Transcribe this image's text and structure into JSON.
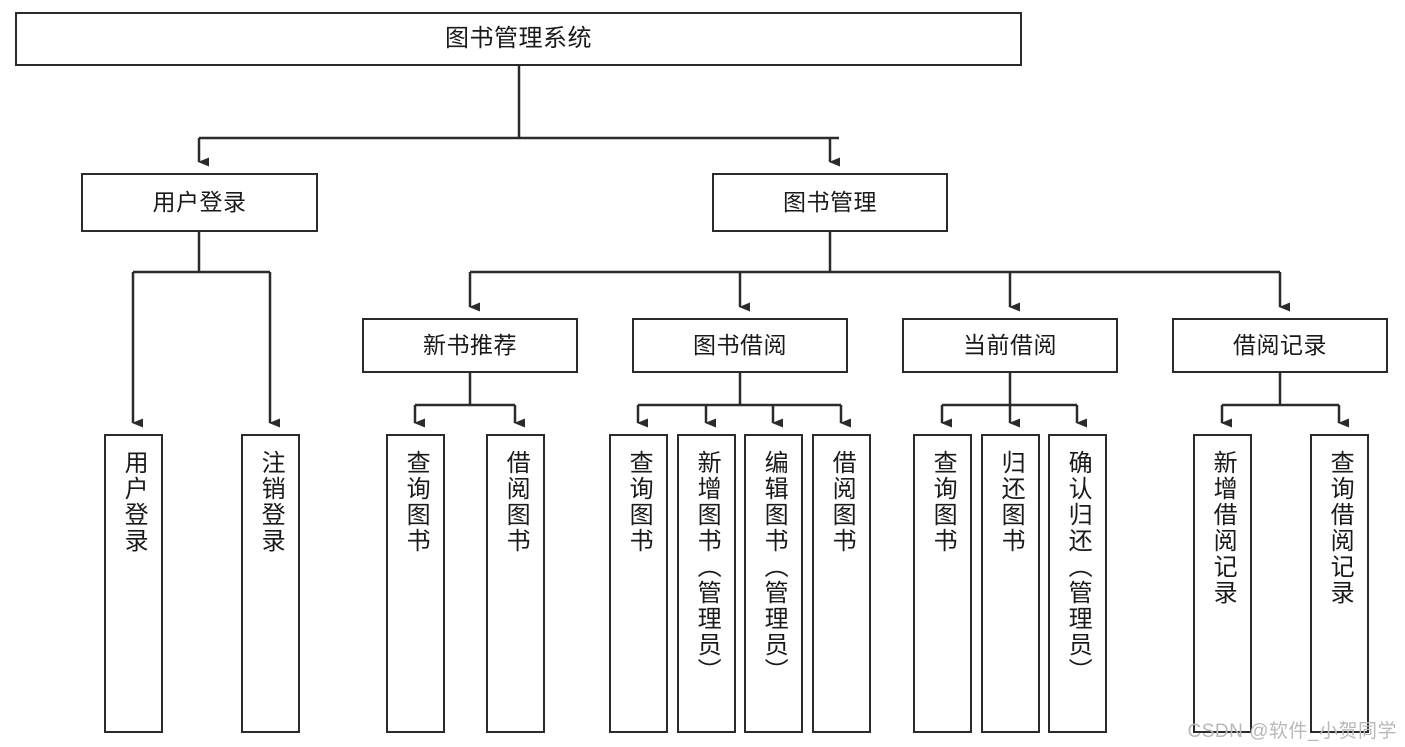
{
  "diagram": {
    "title": "图书管理系统",
    "type": "tree-hierarchy",
    "watermark": "CSDN @软件_小贺同学",
    "colors": {
      "stroke": "#2b2b2b",
      "fill": "#ffffff",
      "text": "#1a1a1a",
      "watermark": "#b9b9b9"
    },
    "nodes": {
      "root": {
        "label": "图书管理系统",
        "level": 0,
        "orientation": "horizontal"
      },
      "l1": [
        {
          "id": "user_login",
          "label": "用户登录",
          "orientation": "horizontal"
        },
        {
          "id": "book_manage",
          "label": "图书管理",
          "orientation": "horizontal"
        }
      ],
      "l2": [
        {
          "id": "new_book_rec",
          "label": "新书推荐",
          "orientation": "horizontal"
        },
        {
          "id": "book_borrow",
          "label": "图书借阅",
          "orientation": "horizontal"
        },
        {
          "id": "current_borrow",
          "label": "当前借阅",
          "orientation": "horizontal"
        },
        {
          "id": "borrow_record",
          "label": "借阅记录",
          "orientation": "horizontal"
        }
      ],
      "leaves": {
        "user_login": [
          {
            "id": "leaf_user_login",
            "label": "用户登录"
          },
          {
            "id": "leaf_user_logout",
            "label": "注销登录"
          }
        ],
        "new_book_rec": [
          {
            "id": "leaf_query_book_1",
            "label": "查询图书"
          },
          {
            "id": "leaf_borrow_book_1",
            "label": "借阅图书"
          }
        ],
        "book_borrow": [
          {
            "id": "leaf_query_book_2",
            "label": "查询图书"
          },
          {
            "id": "leaf_add_book",
            "label": "新增图书（管理员）"
          },
          {
            "id": "leaf_edit_book",
            "label": "编辑图书（管理员）"
          },
          {
            "id": "leaf_borrow_book_2",
            "label": "借阅图书"
          }
        ],
        "current_borrow": [
          {
            "id": "leaf_query_book_3",
            "label": "查询图书"
          },
          {
            "id": "leaf_return_book",
            "label": "归还图书"
          },
          {
            "id": "leaf_confirm_return",
            "label": "确认归还（管理员）"
          }
        ],
        "borrow_record": [
          {
            "id": "leaf_add_record",
            "label": "新增借阅记录"
          },
          {
            "id": "leaf_query_record",
            "label": "查询借阅记录"
          }
        ]
      }
    }
  }
}
